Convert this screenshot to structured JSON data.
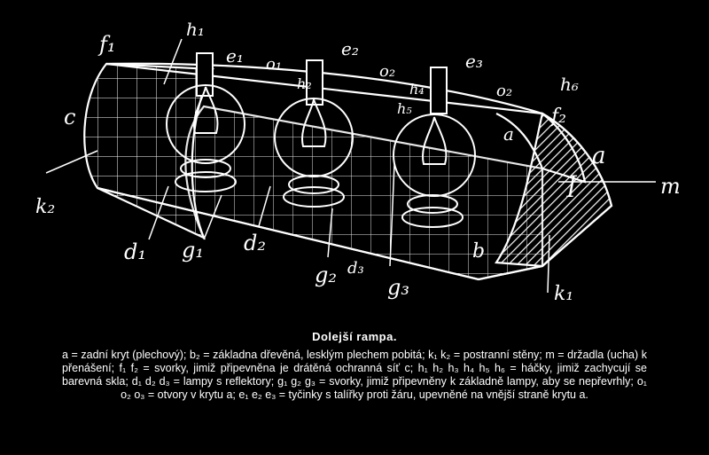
{
  "figure": {
    "labels": {
      "f1": "f₁",
      "h1": "h₁",
      "e1": "e₁",
      "o1": "o₁",
      "h2": "h₂",
      "e2": "e₂",
      "o2": "o₂",
      "e3": "e₃",
      "h4": "h₄",
      "h5": "h₅",
      "o2b": "o₂",
      "h6": "h₆",
      "f2": "f₂",
      "a1": "a",
      "a2": "a",
      "m": "m",
      "c": "c",
      "k2": "k₂",
      "d1": "d₁",
      "g1": "g₁",
      "d2": "d₂",
      "g2": "g₂",
      "d3": "d₃",
      "g3": "g₃",
      "b": "b",
      "k1": "k₁",
      "handle": "ꟾ"
    }
  },
  "caption": {
    "title": "Dolejší rampa.",
    "text": "a = zadní kryt (plechový); b₂ = základna dřevěná, lesklým plechem pobitá; k₁ k₂ = postranní stěny; m = držadla (ucha) k přenášení; f₁ f₂ = svorky, jimiž připevněna je drátěná ochranná síť c; h₁ h₂ h₃ h₄ h₅ h₆ = háčky, jimiž zachycují se barevná skla; d₁ d₂ d₃ = lampy s reflektory; g₁ g₂ g₃ = svorky, jimiž připevněny k základně lampy, aby se nepřevrhly; o₁ o₂ o₃ = otvory v krytu a; e₁ e₂ e₃ = tyčinky s talířky proti žáru, upevněné na vnější straně krytu a."
  }
}
